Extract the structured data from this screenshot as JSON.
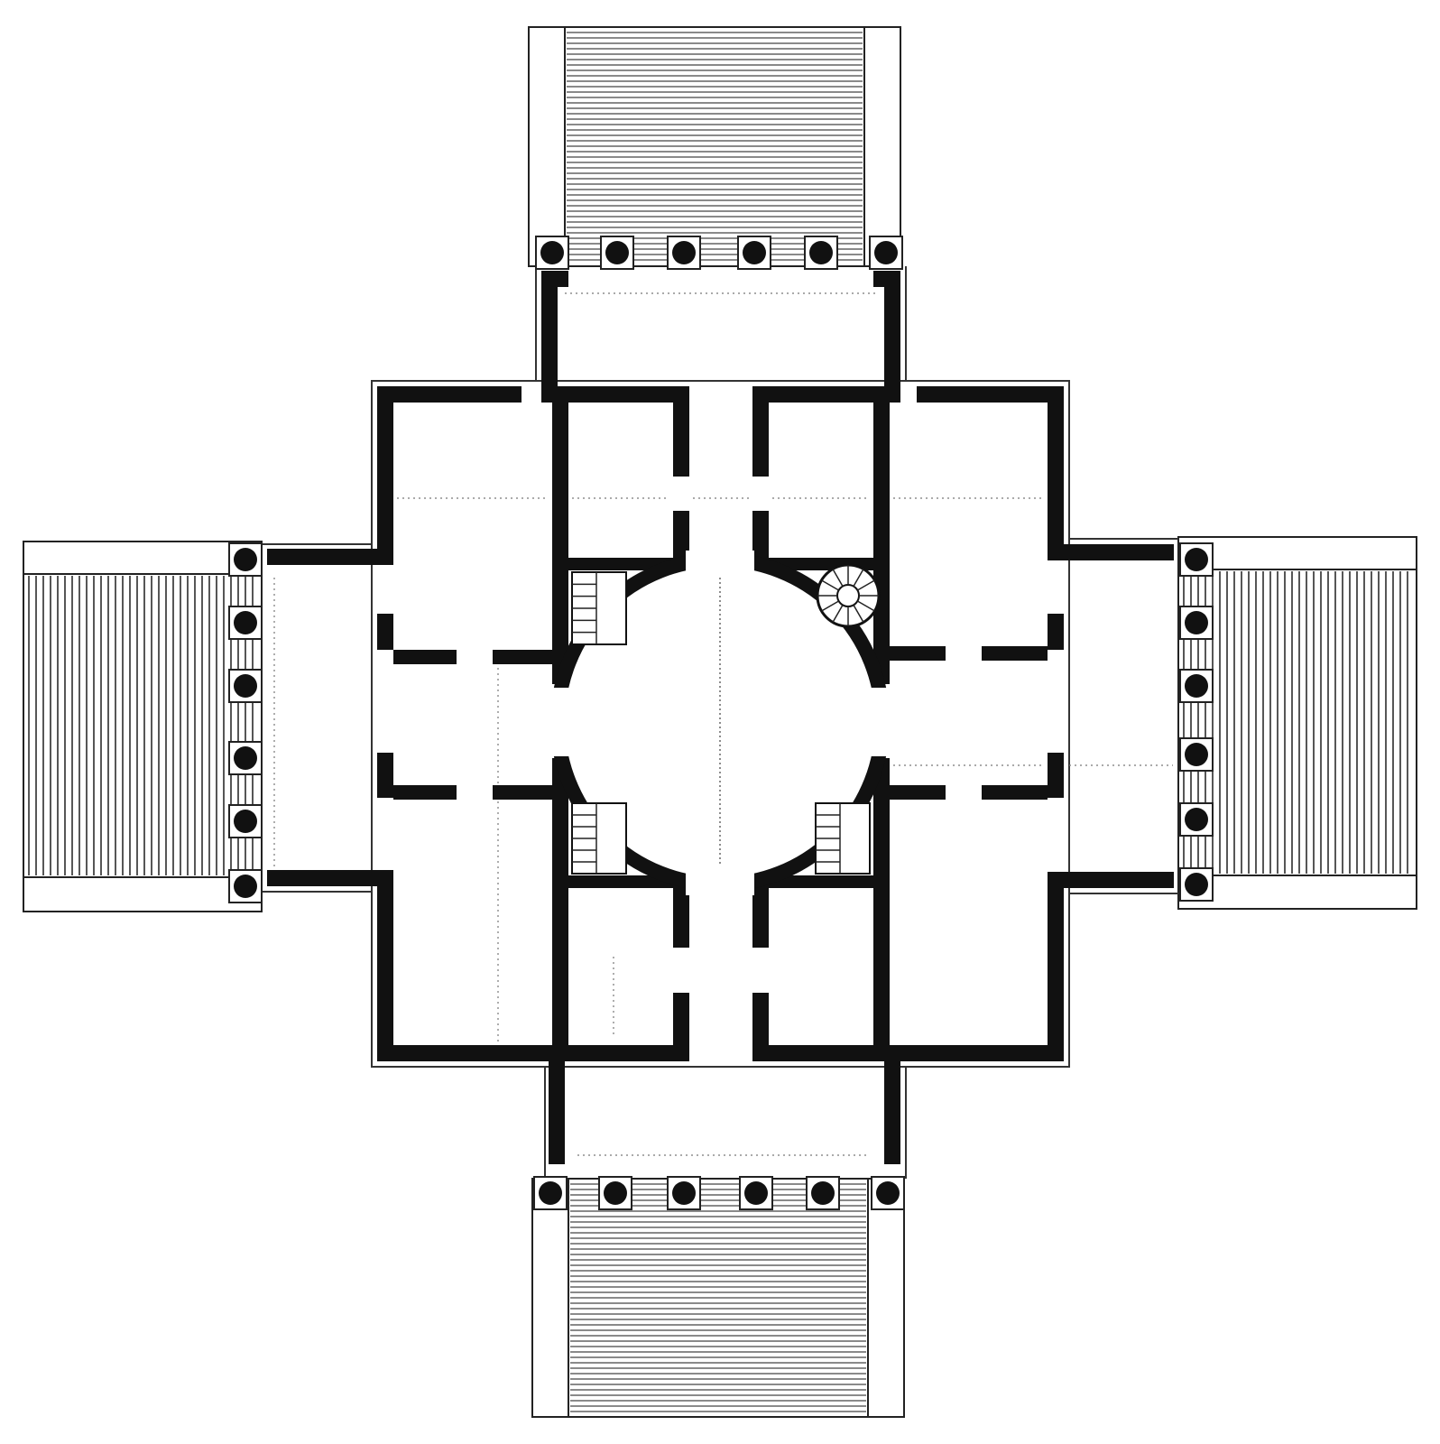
{
  "plan": {
    "rooms": [
      "north-portico",
      "south-portico",
      "west-portico",
      "east-portico",
      "central-rotunda",
      "nw-room",
      "ne-room",
      "sw-room",
      "se-room",
      "n-corridor-west-room",
      "n-corridor-east-room",
      "s-corridor-west-room",
      "s-corridor-east-room"
    ],
    "icons": {
      "column": "column-icon",
      "staircase": "staircase-icon",
      "spiral-stair": "spiral-stair-icon",
      "steps": "steps-icon"
    },
    "colors": {
      "wall": "#111111",
      "paper": "#ffffff",
      "line": "#555555"
    }
  }
}
